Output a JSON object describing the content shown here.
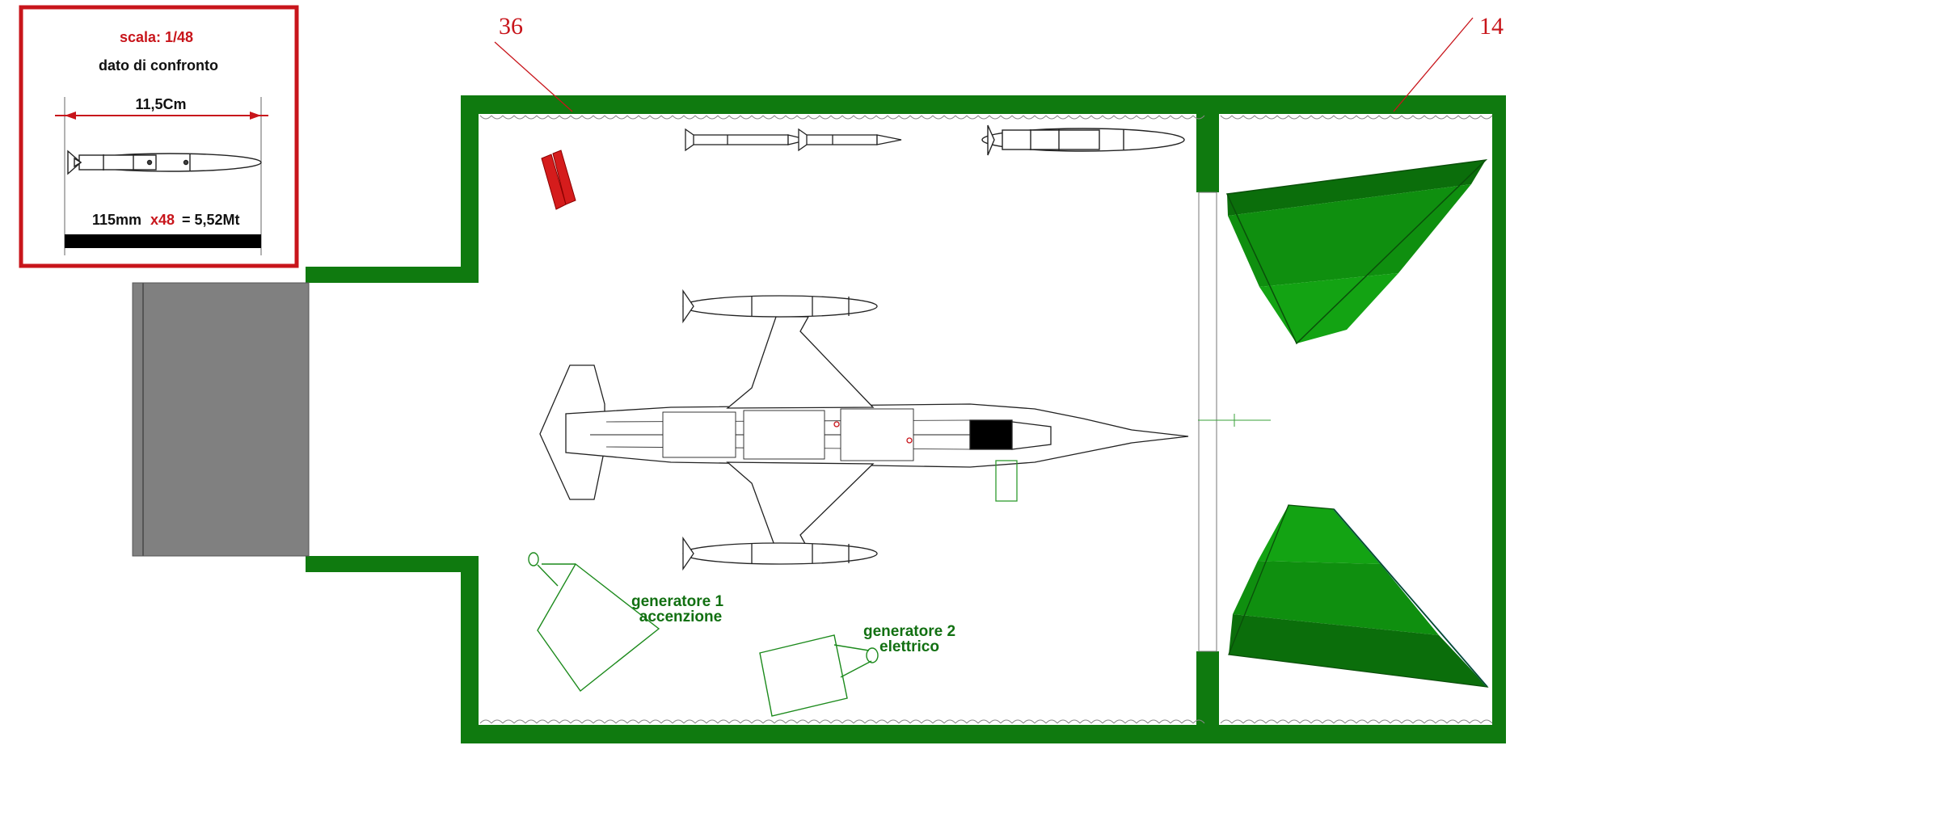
{
  "legend": {
    "scale_label": "scala:",
    "scale_value": "1/48",
    "compare_title": "dato di confronto",
    "measure": "11,5Cm",
    "formula_left": "115mm",
    "formula_mult": "x48",
    "formula_right": "= 5,52Mt"
  },
  "callouts": {
    "left_number": "36",
    "right_number": "14"
  },
  "labels": {
    "gen1_line1": "generatore 1",
    "gen1_line2": "accenzione",
    "gen2_line1": "generatore 2",
    "gen2_line2": "elettrico"
  },
  "colors": {
    "accent_red": "#c8151b",
    "wall_green": "#0f7a0f",
    "label_green": "#127012",
    "door_grey": "#808080",
    "blast_light": "#13a313",
    "blast_mid": "#0f8f0f",
    "blast_dark": "#0b6e0b"
  }
}
